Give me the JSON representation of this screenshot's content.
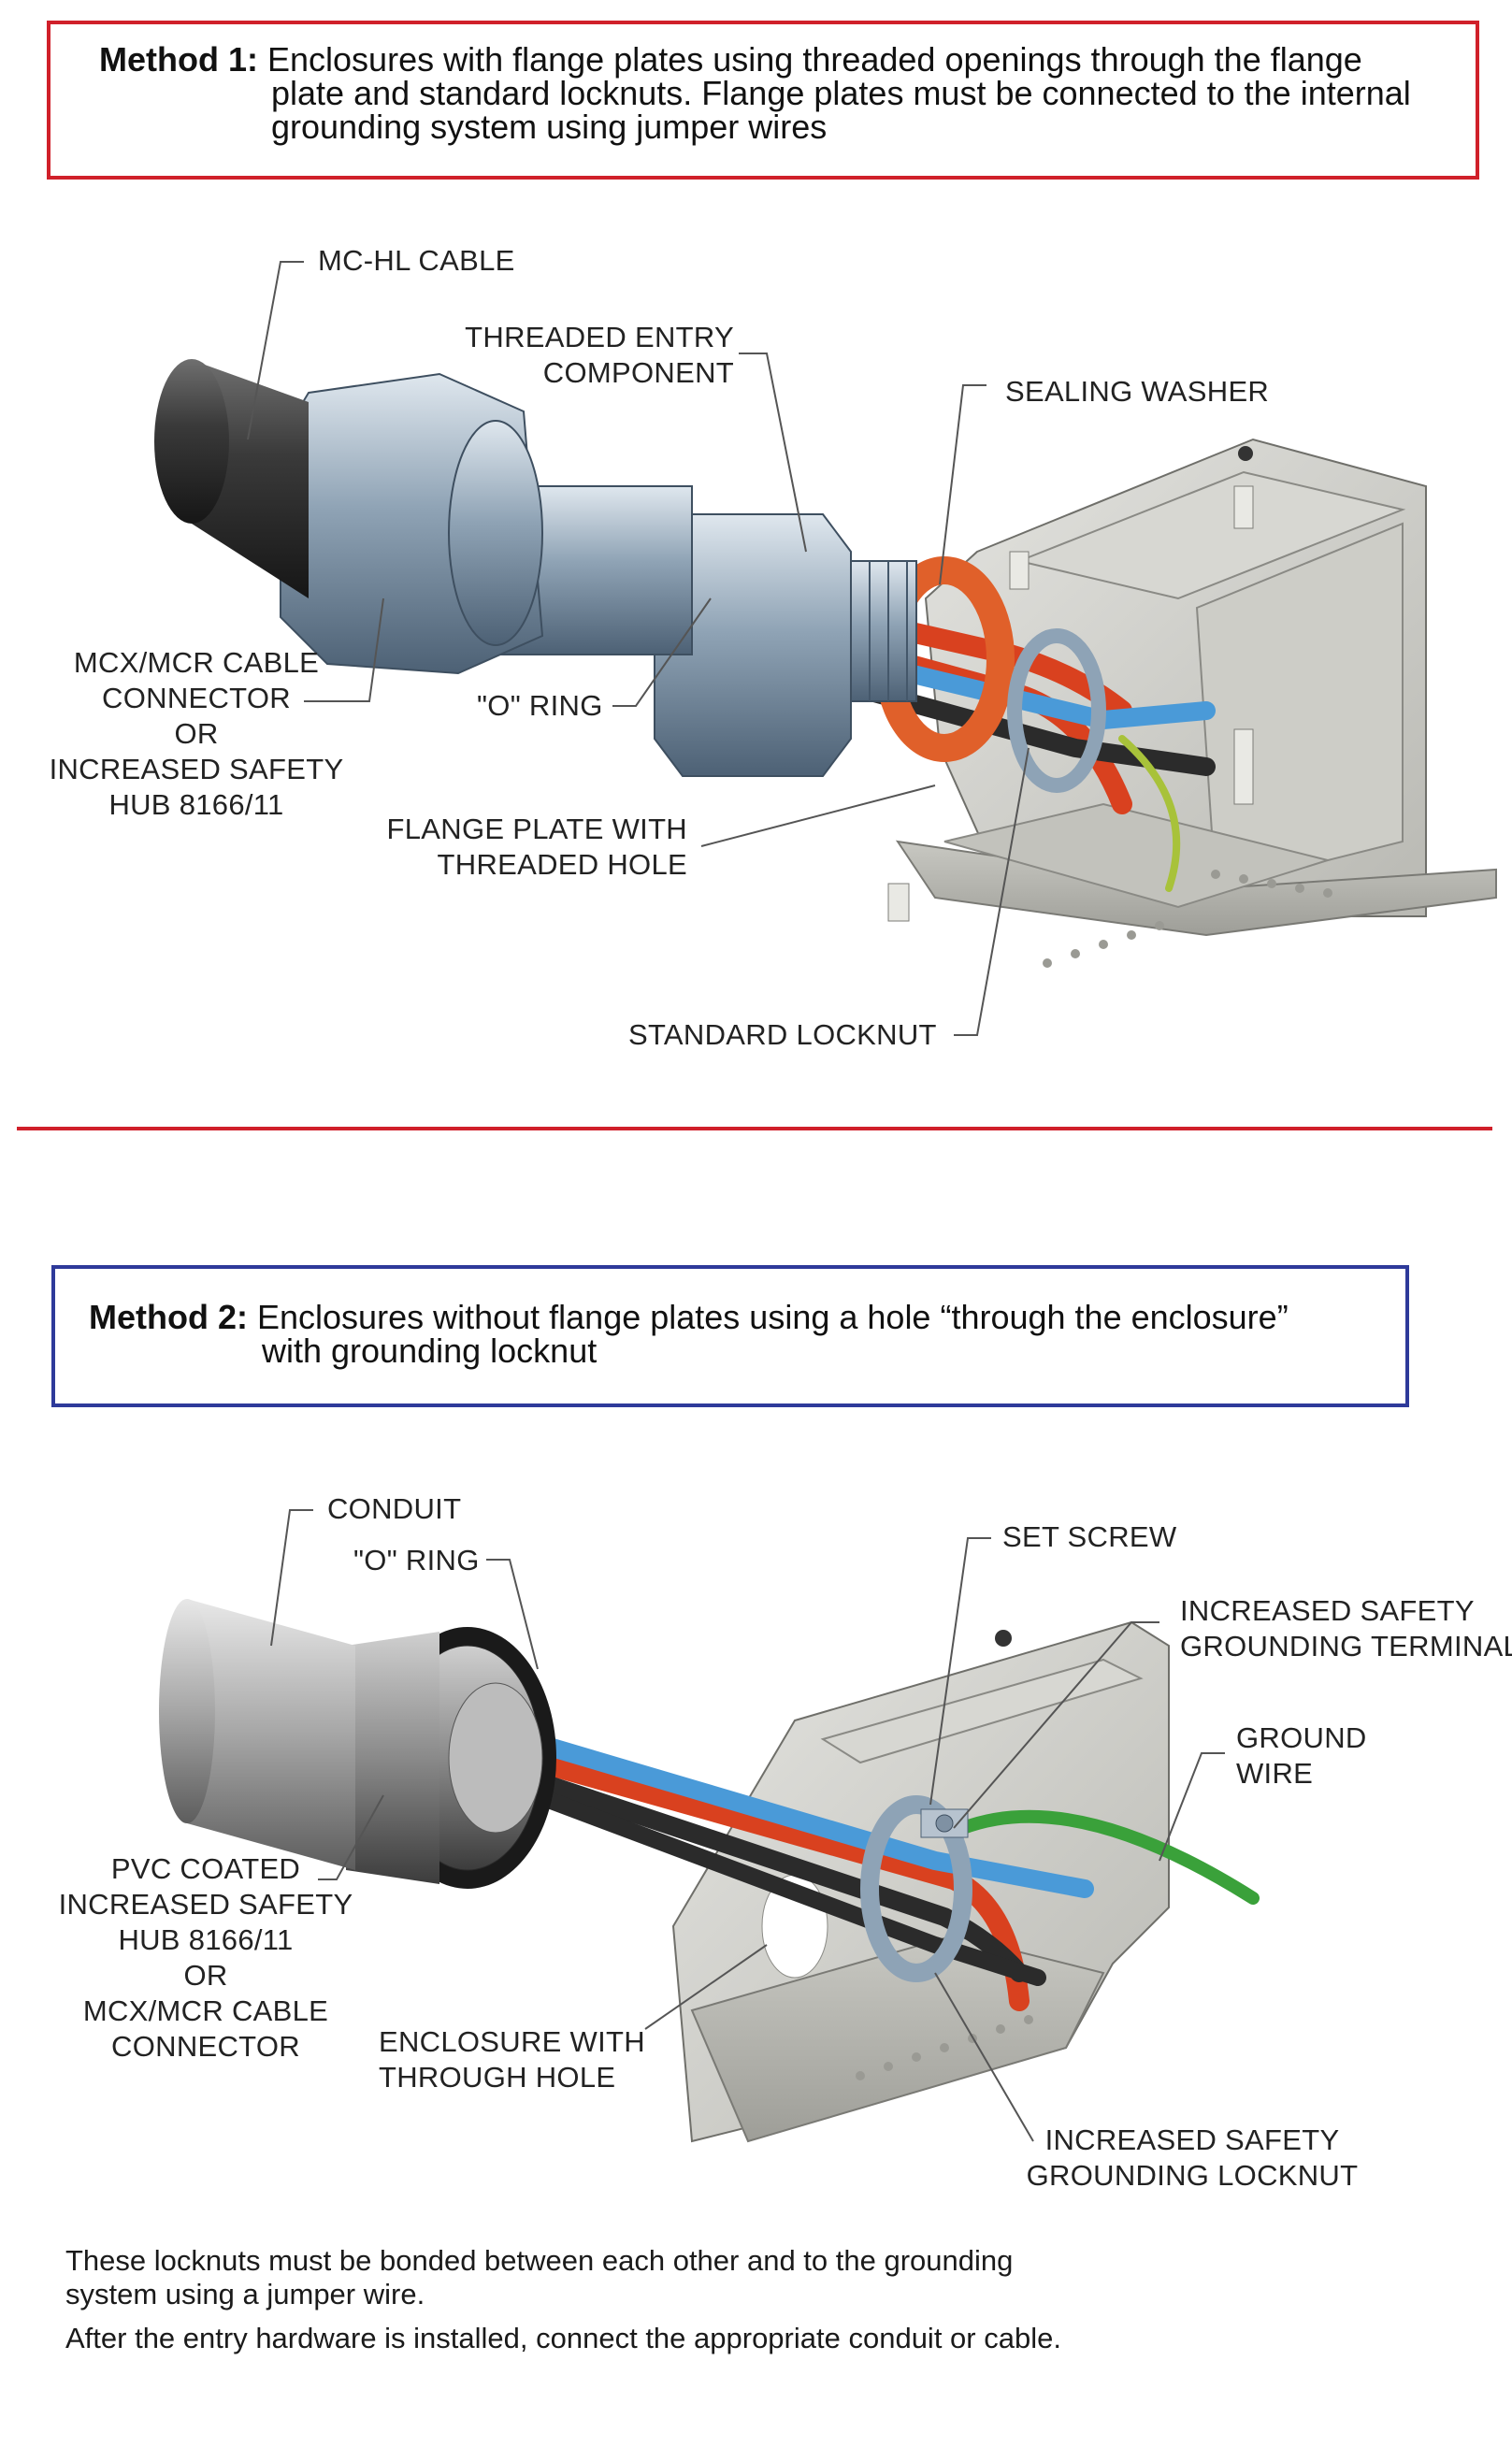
{
  "method1": {
    "heading": "Method 1:",
    "line1": "Enclosures with flange plates using threaded openings through the flange",
    "line2": "plate and standard locknuts. Flange plates must be connected to the internal",
    "line3": "grounding system using jumper wires"
  },
  "method1_labels": {
    "mchl_cable": "MC-HL CABLE",
    "threaded_entry_1": "THREADED ENTRY",
    "threaded_entry_2": "COMPONENT",
    "sealing_washer": "SEALING WASHER",
    "mcx_1": "MCX/MCR CABLE",
    "mcx_2": "CONNECTOR",
    "mcx_3": "OR",
    "mcx_4": "INCREASED SAFETY",
    "mcx_5": "HUB 8166/11",
    "o_ring": "\"O\" RING",
    "flange_1": "FLANGE PLATE WITH",
    "flange_2": "THREADED HOLE",
    "standard_locknut": "STANDARD LOCKNUT"
  },
  "method2": {
    "heading": "Method 2:",
    "line1": "Enclosures without flange plates using a hole “through the enclosure”",
    "line2": "with grounding locknut"
  },
  "method2_labels": {
    "conduit": "CONDUIT",
    "o_ring": "\"O\" RING",
    "set_screw": "SET SCREW",
    "is_terminal_1": "INCREASED SAFETY",
    "is_terminal_2": "GROUNDING TERMINAL",
    "ground_1": "GROUND",
    "ground_2": "WIRE",
    "pvc_1": "PVC COATED",
    "pvc_2": "INCREASED SAFETY",
    "pvc_3": "HUB 8166/11",
    "pvc_4": "OR",
    "pvc_5": "MCX/MCR CABLE",
    "pvc_6": "CONNECTOR",
    "enclosure_1": "ENCLOSURE WITH",
    "enclosure_2": "THROUGH HOLE",
    "is_locknut_1": "INCREASED SAFETY",
    "is_locknut_2": "GROUNDING LOCKNUT"
  },
  "notes": {
    "note1_line1": "These locknuts must be bonded between each other and to the grounding",
    "note1_line2": "system using a jumper wire.",
    "note2": "After the entry hardware is installed, connect the appropriate conduit or cable."
  },
  "colors": {
    "method1_border": "#d0202a",
    "method2_border": "#2e3a9a",
    "wire_red": "#d9411f",
    "wire_blue": "#4a9ad8",
    "wire_black": "#2b2b2b",
    "ground_green": "#3aa13a",
    "sealing_washer": "#e0602a"
  },
  "icons": [
    "cable-icon",
    "connector-hub-icon",
    "locknut-icon",
    "enclosure-icon",
    "conduit-icon",
    "grounding-terminal-icon"
  ]
}
